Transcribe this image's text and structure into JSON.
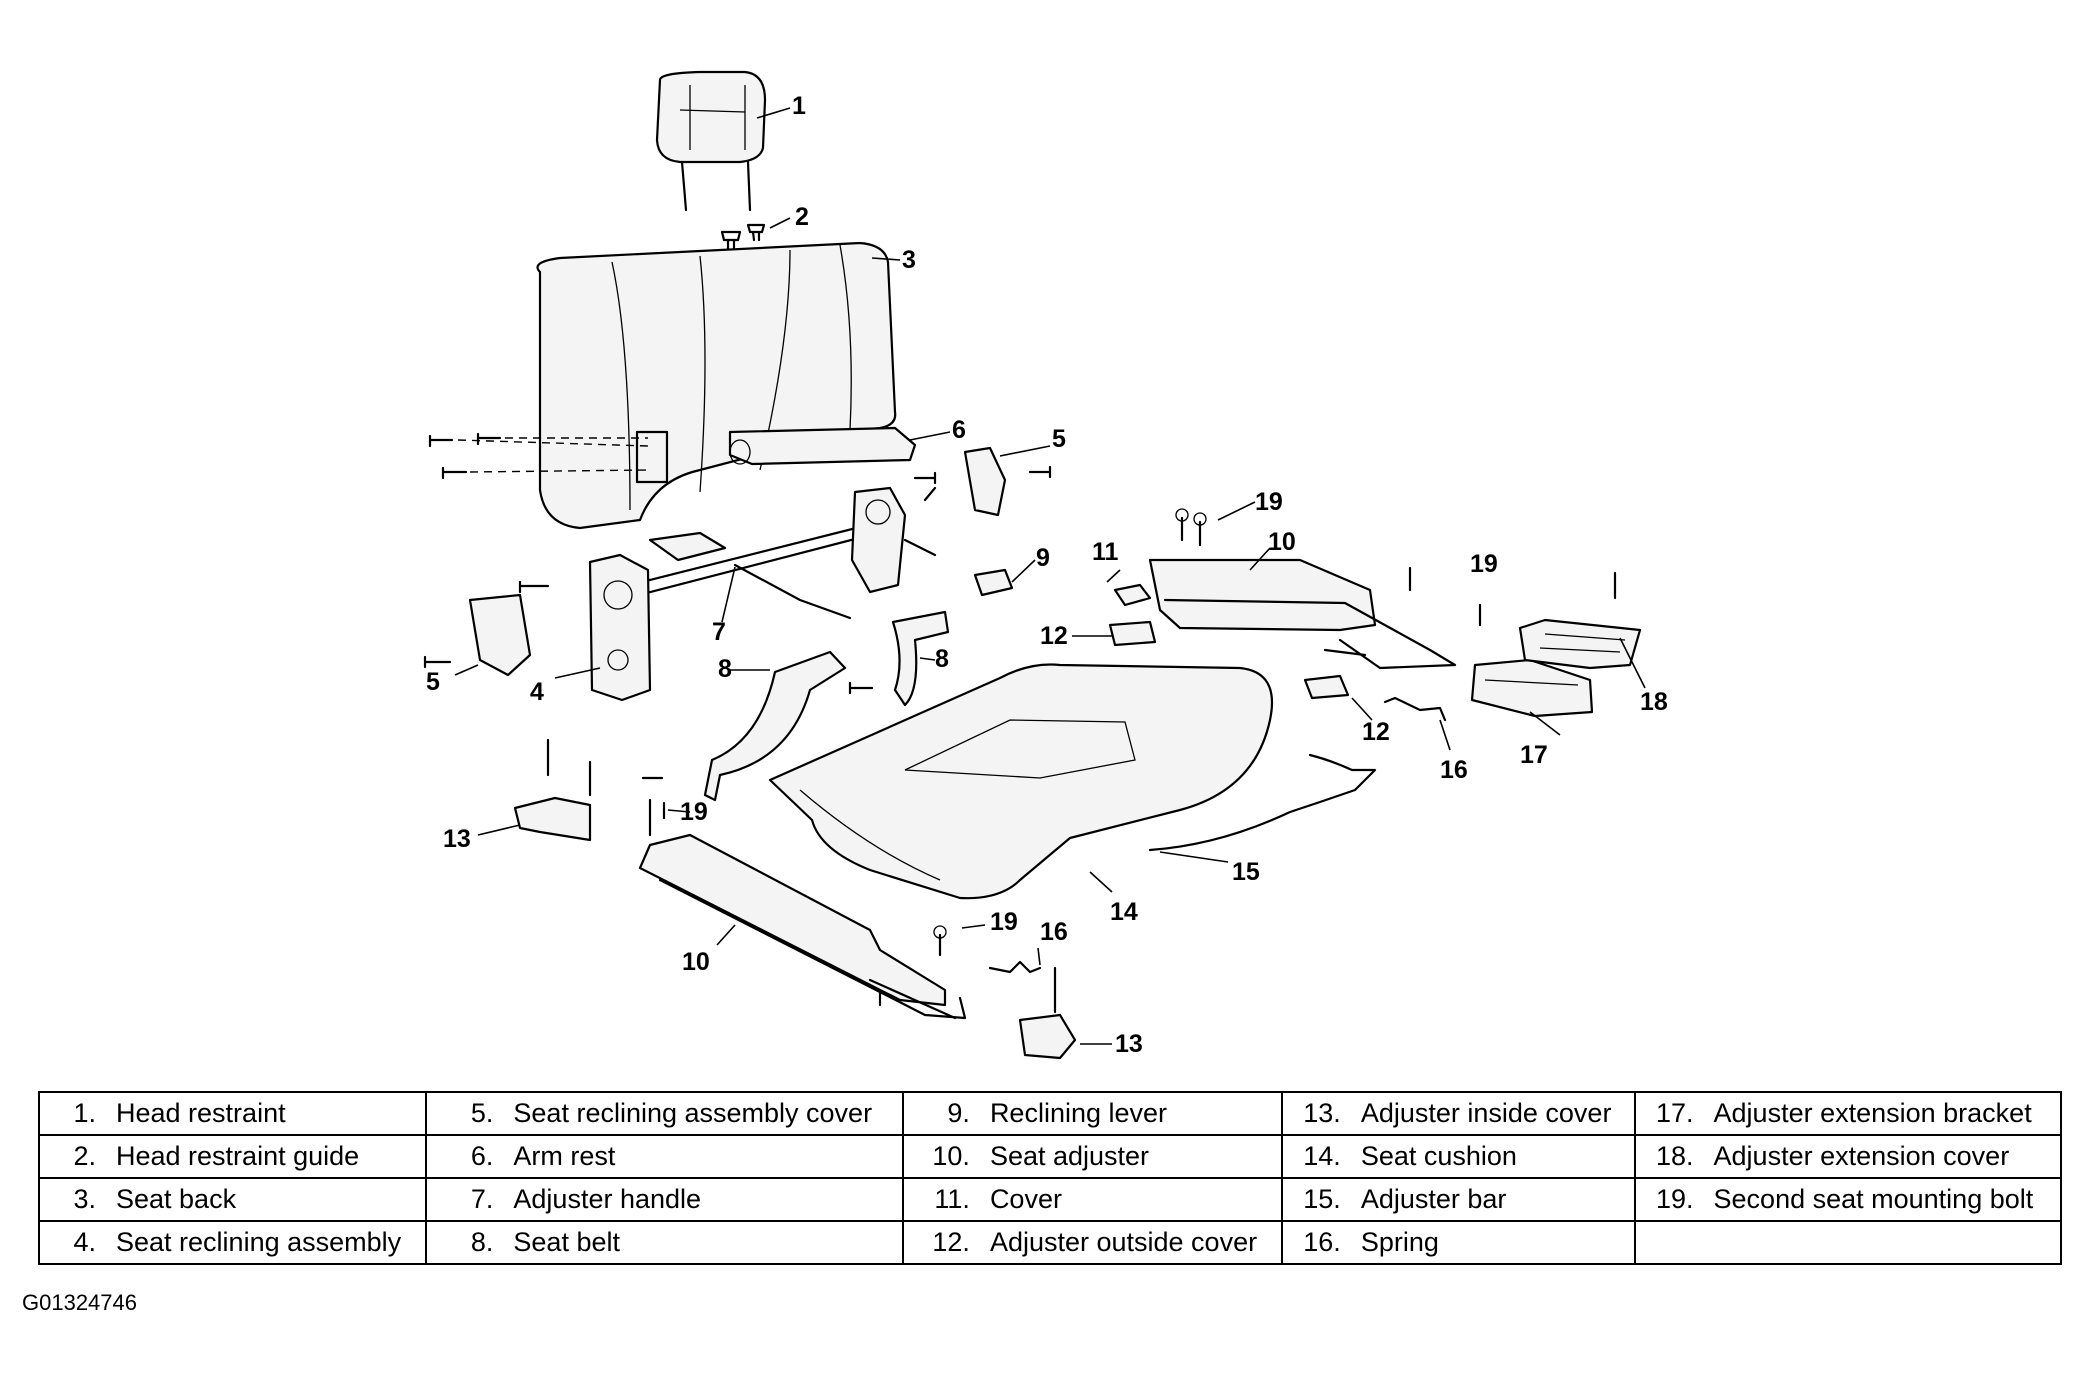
{
  "figure_id": "G01324746",
  "callouts": [
    "1",
    "2",
    "3",
    "6",
    "5",
    "19",
    "10",
    "19",
    "11",
    "9",
    "7",
    "8",
    "8",
    "12",
    "18",
    "17",
    "16",
    "12",
    "5",
    "4",
    "13",
    "19",
    "15",
    "14",
    "19",
    "16",
    "10",
    "13"
  ],
  "legend": {
    "rows": [
      [
        {
          "num": "1.",
          "label": "Head restraint"
        },
        {
          "num": "5.",
          "label": "Seat reclining assembly cover"
        },
        {
          "num": "9.",
          "label": "Reclining lever"
        },
        {
          "num": "13.",
          "label": "Adjuster inside cover"
        },
        {
          "num": "17.",
          "label": "Adjuster extension bracket"
        }
      ],
      [
        {
          "num": "2.",
          "label": "Head restraint guide"
        },
        {
          "num": "6.",
          "label": "Arm rest"
        },
        {
          "num": "10.",
          "label": "Seat adjuster"
        },
        {
          "num": "14.",
          "label": "Seat cushion"
        },
        {
          "num": "18.",
          "label": "Adjuster extension cover"
        }
      ],
      [
        {
          "num": "3.",
          "label": "Seat back"
        },
        {
          "num": "7.",
          "label": "Adjuster handle"
        },
        {
          "num": "11.",
          "label": "Cover"
        },
        {
          "num": "15.",
          "label": "Adjuster bar"
        },
        {
          "num": "19.",
          "label": "Second seat mounting bolt"
        }
      ],
      [
        {
          "num": "4.",
          "label": "Seat reclining assembly"
        },
        {
          "num": "8.",
          "label": "Seat belt"
        },
        {
          "num": "12.",
          "label": "Adjuster outside cover"
        },
        {
          "num": "16.",
          "label": "Spring"
        },
        {
          "num": "",
          "label": ""
        }
      ]
    ]
  }
}
